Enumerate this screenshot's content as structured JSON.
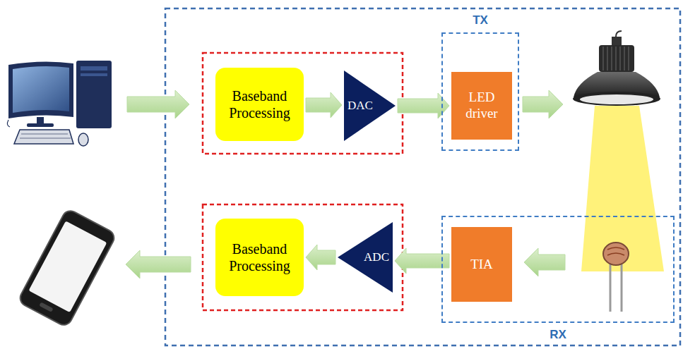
{
  "diagram": {
    "nodes": [
      {
        "text": [
          "Baseband Processing"
        ]
      },
      {
        "text": [
          "DAC"
        ]
      },
      {
        "text": [
          "TX"
        ]
      },
      {
        "text": [
          "LED driver"
        ],
        "in": 2
      },
      {
        "text": [
          "Baseband Processing"
        ]
      },
      {
        "text": [
          "ADC"
        ]
      },
      {
        "text": [
          "RX"
        ]
      },
      {
        "text": [
          "TIA"
        ],
        "in": 6
      }
    ],
    "edges": [
      {
        "from": 0,
        "to": 1,
        "arrow": "to"
      },
      {
        "from": 1,
        "to": 3,
        "arrow": "to"
      },
      {
        "from": 7,
        "to": 5,
        "arrow": "to"
      },
      {
        "from": 5,
        "to": 4,
        "arrow": "to"
      }
    ]
  }
}
